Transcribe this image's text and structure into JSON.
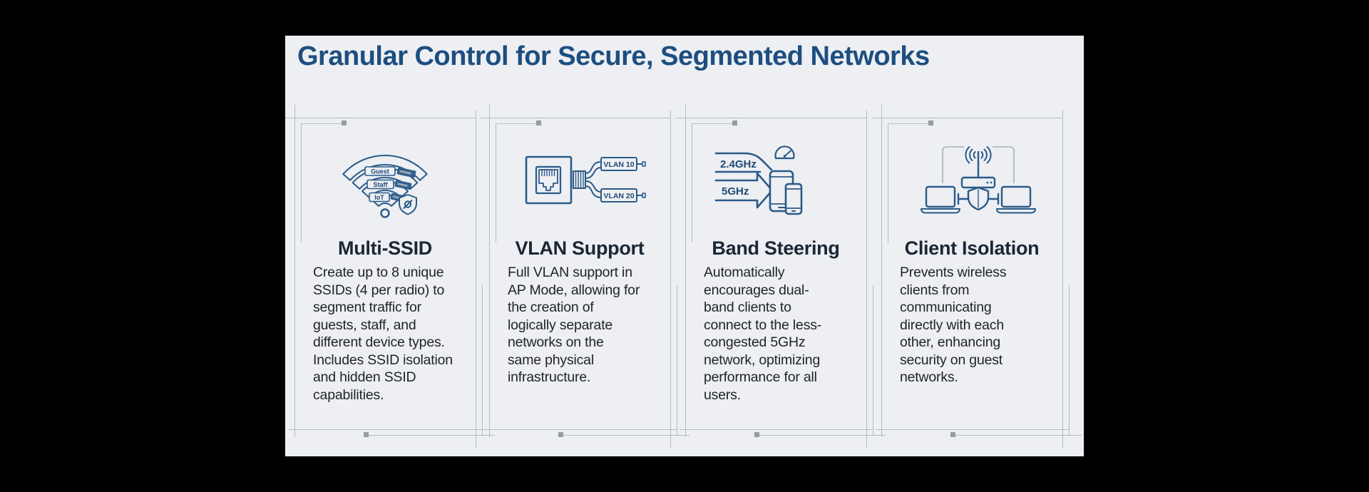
{
  "title": "Granular Control for Secure, Segmented Networks",
  "cards": [
    {
      "heading": "Multi-SSID",
      "body": "Create up to 8 unique\nSSIDs (4 per radio) to\nsegment traffic for\nguests, staff, and\ndifferent device types.\nIncludes SSID isolation\nand hidden SSID\ncapabilities."
    },
    {
      "heading": "VLAN Support",
      "body": "Full VLAN support in\nAP Mode, allowing for\nthe creation of\nlogically separate\nnetworks on the\nsame physical\ninfrastructure."
    },
    {
      "heading": "Band Steering",
      "body": "Automatically\nencourages dual-\nband clients to\nconnect to the less-\ncongested 5GHz\nnetwork, optimizing\nperformance for all\nusers."
    },
    {
      "heading": "Client Isolation",
      "body": "Prevents wireless\nclients from\ncommunicating\ndirectly with each\nother, enhancing\nsecurity on guest\nnetworks."
    }
  ],
  "icon_labels": {
    "wifi_ssids": [
      "Guest",
      "Staff",
      "IoT"
    ],
    "vlan_tags": [
      "VLAN 10",
      "VLAN 20"
    ],
    "bands": [
      "2.4GHz",
      "5GHz"
    ]
  },
  "icons": [
    "multi-ssid-wifi-icon",
    "vlan-port-icon",
    "band-steering-icon",
    "client-isolation-icon"
  ],
  "colors": {
    "page_bg": "#000000",
    "panel_bg": "#edeff2",
    "title_blue": "#1d4e81",
    "icon_stroke": "#2b5a89",
    "heading_text": "#1b2735",
    "body_text": "#212428",
    "frame_line": "#b5bbc4",
    "frame_marker": "#949ca6"
  }
}
